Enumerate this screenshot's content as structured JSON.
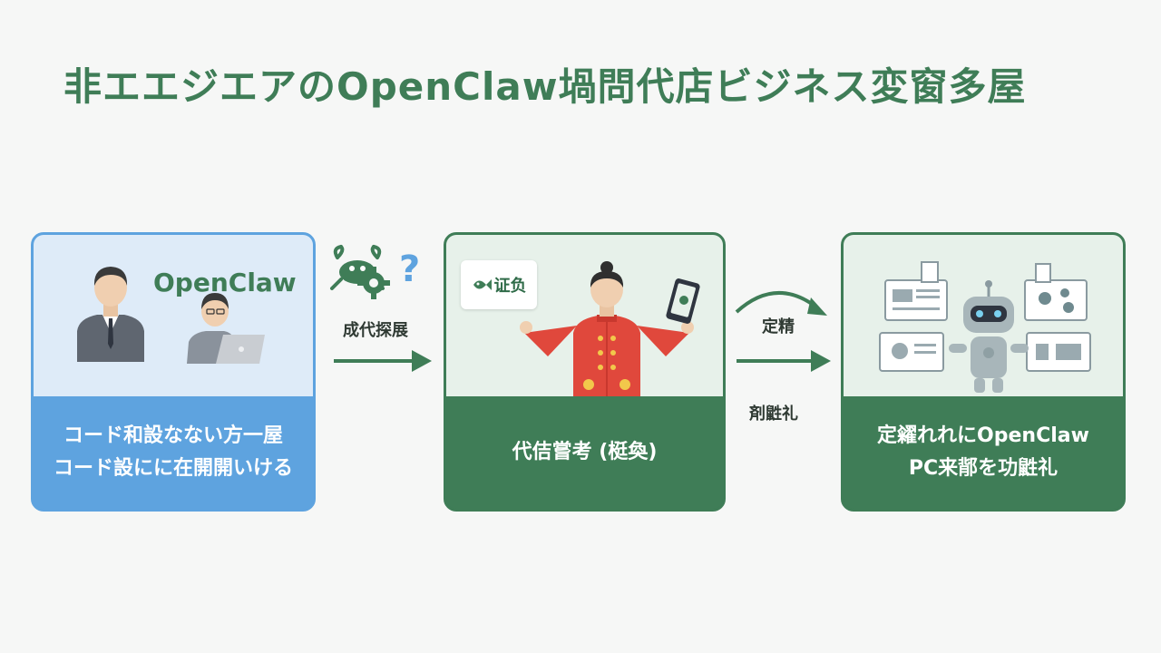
{
  "title": "非エエジエアのOpenClaw堝問代店ビジネス変窗多屋",
  "panel1": {
    "brand": "OpenClaw",
    "line1": "コード和設なない方一屋",
    "line2": "コード設にに在開開いける"
  },
  "arrow1": {
    "label": "成代探展"
  },
  "panel2": {
    "badge": "证负",
    "line1": "代佶嘗考 (梃奐)"
  },
  "arrow2": {
    "label_top": "定精",
    "label_bottom": "剤鼪礼"
  },
  "panel3": {
    "line1": "定糴れれにOpenClaw",
    "line2": "PC来鄁を功鼪礼"
  },
  "colors": {
    "green": "#3f7d57",
    "blue": "#5ea3df",
    "red": "#e0483c"
  }
}
